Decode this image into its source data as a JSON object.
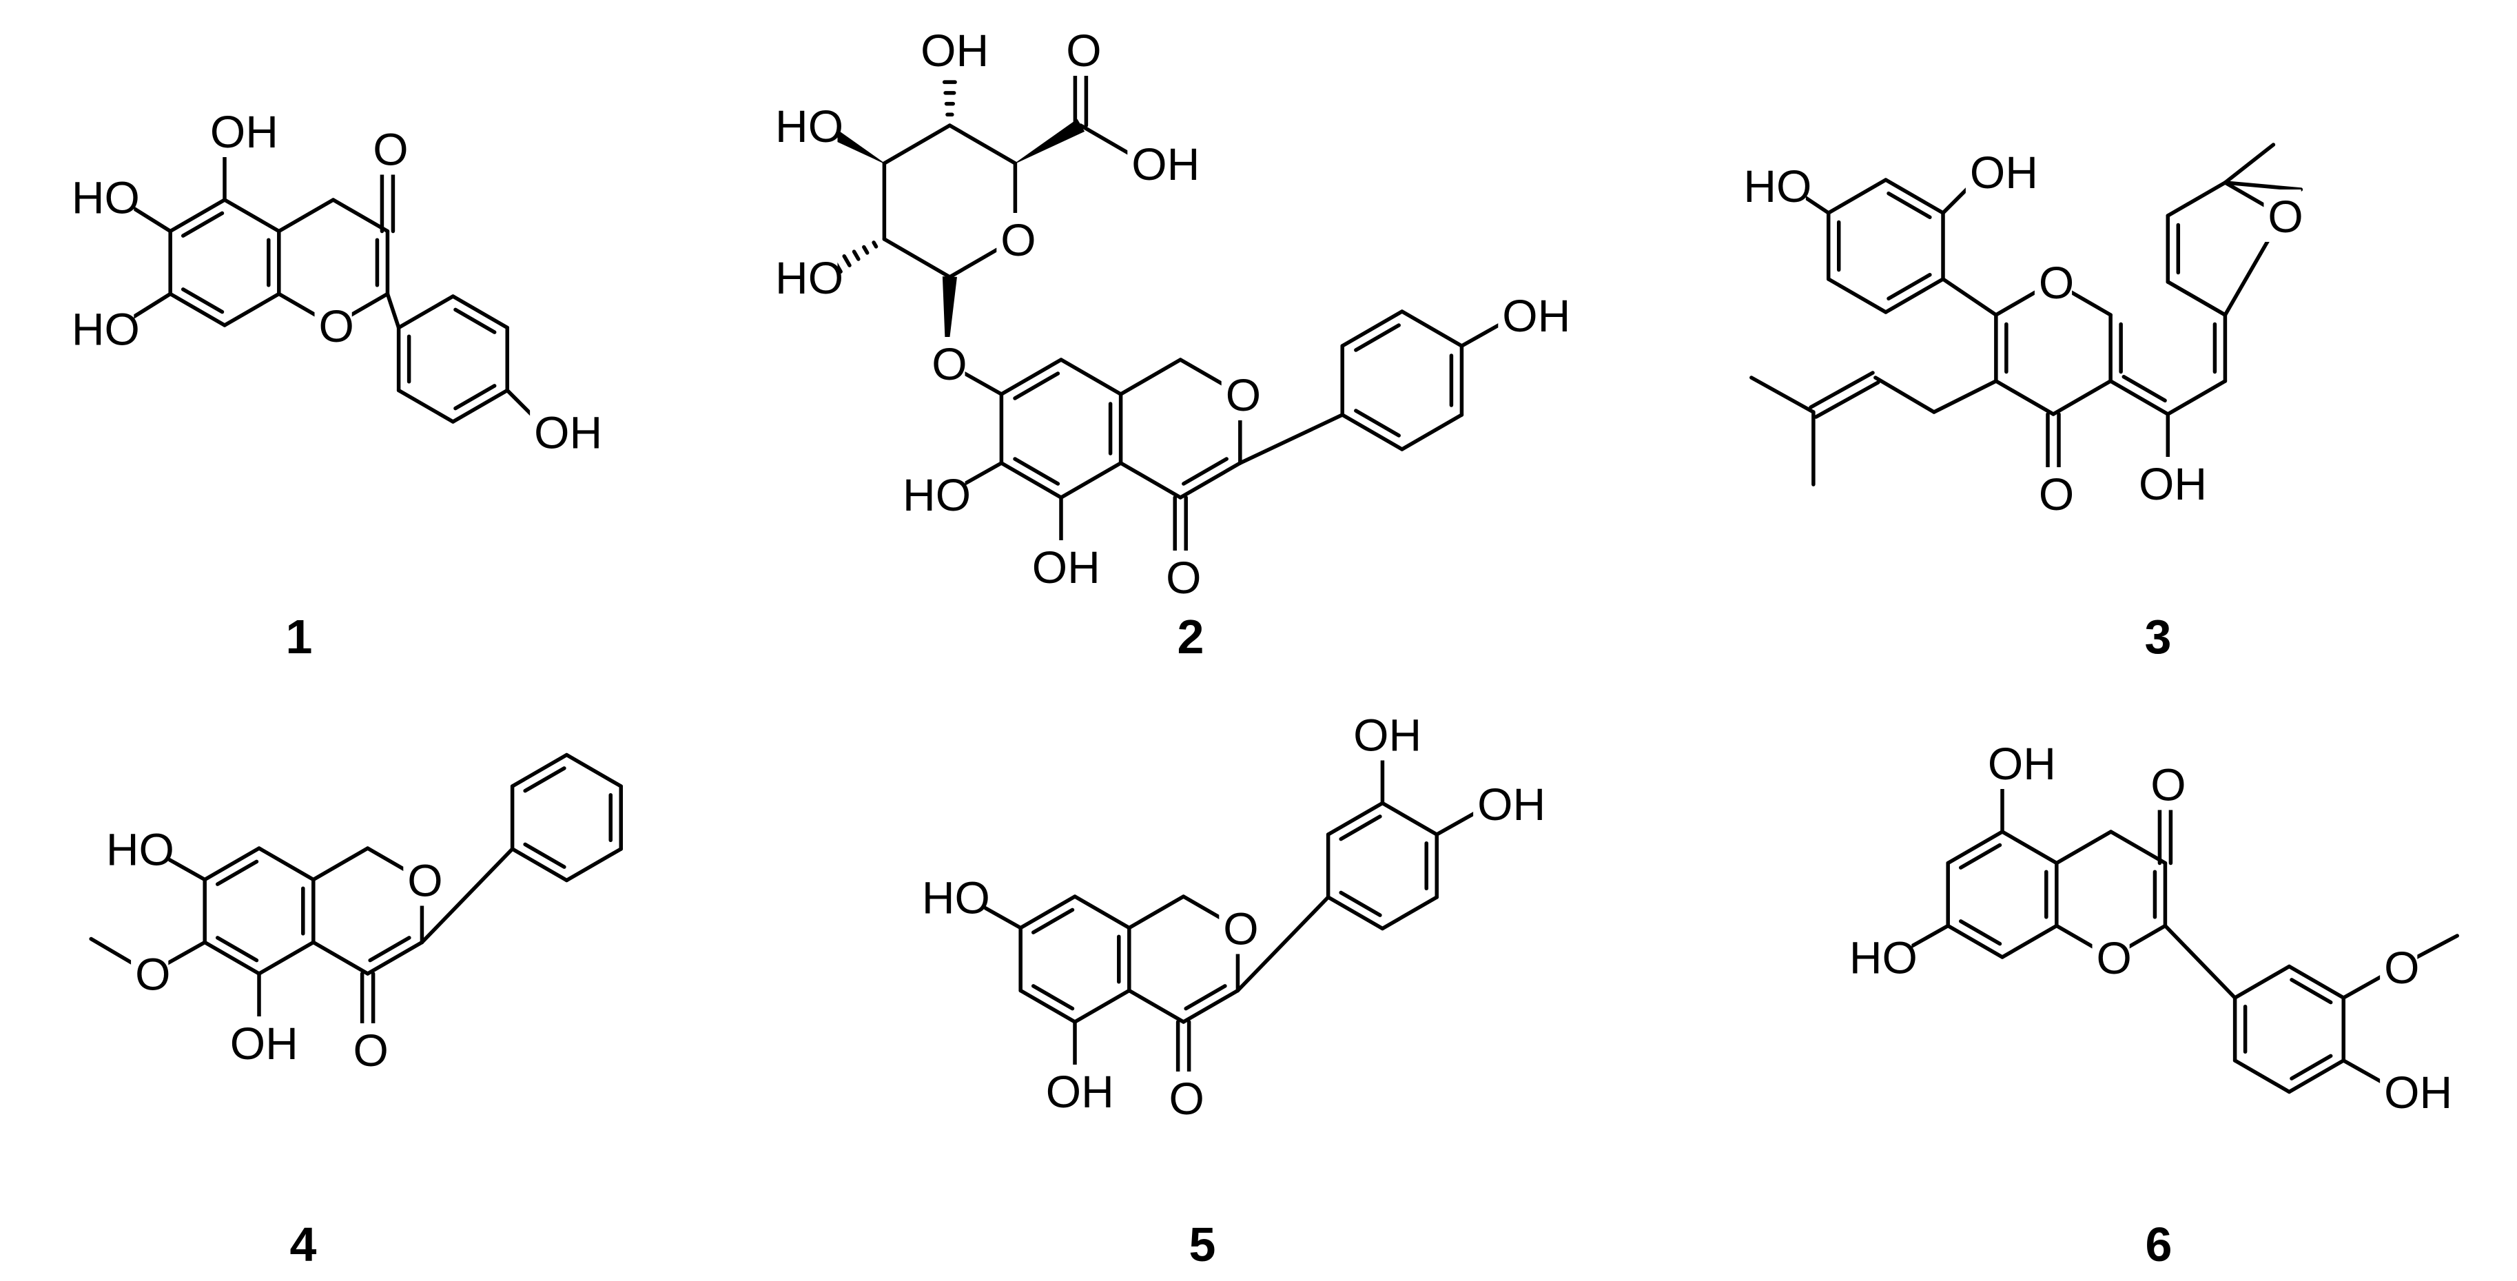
{
  "figure": {
    "compounds": [
      {
        "number": "1"
      },
      {
        "number": "2"
      },
      {
        "number": "3"
      },
      {
        "number": "4"
      },
      {
        "number": "5"
      },
      {
        "number": "6"
      }
    ],
    "atom_labels": {
      "oh": "OH",
      "ho": "HO",
      "o": "O"
    }
  }
}
